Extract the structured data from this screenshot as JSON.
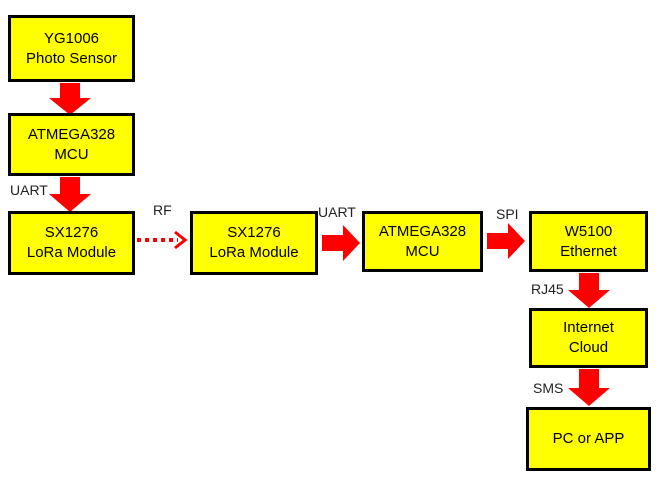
{
  "colors": {
    "box_fill": "#ffff00",
    "box_border": "#000000",
    "arrow": "#ff0000"
  },
  "blocks": {
    "sensor": {
      "line1": "YG1006",
      "line2": "Photo Sensor"
    },
    "mcu1": {
      "line1": "ATMEGA328",
      "line2": "MCU"
    },
    "lora1": {
      "line1": "SX1276",
      "line2": "LoRa Module"
    },
    "lora2": {
      "line1": "SX1276",
      "line2": "LoRa Module"
    },
    "mcu2": {
      "line1": "ATMEGA328",
      "line2": "MCU"
    },
    "eth": {
      "line1": "W5100",
      "line2": "Ethernet"
    },
    "cloud": {
      "line1": "Internet",
      "line2": "Cloud"
    },
    "app": {
      "line1": "PC or APP"
    }
  },
  "links": {
    "uart1": "UART",
    "rf": "RF",
    "uart2": "UART",
    "spi": "SPI",
    "rj45": "RJ45",
    "sms": "SMS"
  }
}
